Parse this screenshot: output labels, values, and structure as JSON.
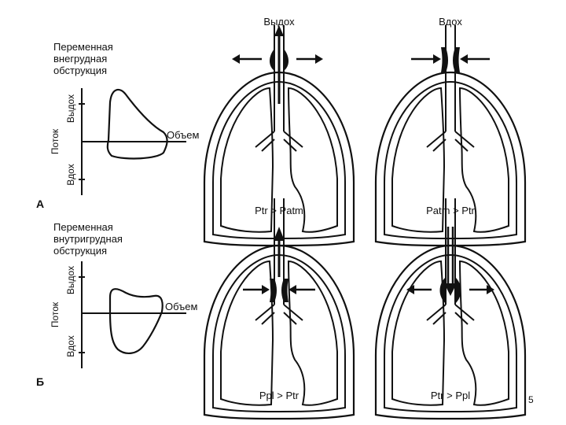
{
  "panel_a": {
    "letter": "А",
    "title_lines": [
      "Переменная",
      "внегрудная",
      "обструкция"
    ],
    "axis_flow": "Поток",
    "axis_exhale": "Выдох",
    "axis_inhale": "Вдох",
    "axis_volume": "Объем",
    "col_left_header": "Выдох",
    "col_right_header": "Вдох",
    "caption_left": "Ptr > Patm",
    "caption_right": "Patm > Ptr"
  },
  "panel_b": {
    "letter": "Б",
    "title_lines": [
      "Переменная",
      "внутригрудная",
      "обструкция"
    ],
    "axis_flow": "Поток",
    "axis_exhale": "Выдох",
    "axis_inhale": "Вдох",
    "axis_volume": "Объем",
    "caption_left": "Ppl > Ptr",
    "caption_right": "Ptr > Ppl"
  },
  "page_number": "5"
}
